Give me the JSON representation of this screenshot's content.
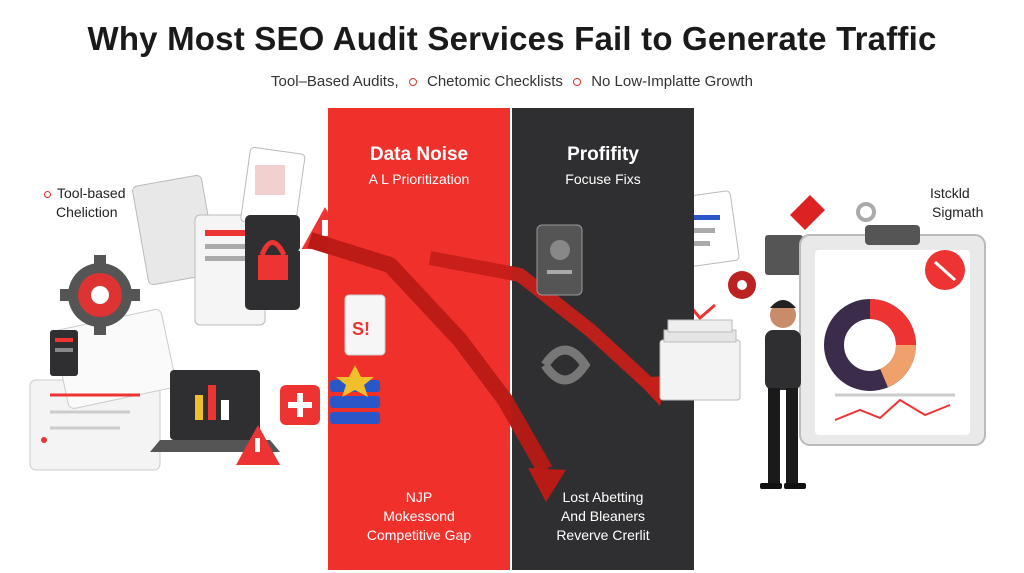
{
  "title": "Why Most SEO Audit Services Fail to Generate Traffic",
  "subtitle": {
    "item1": "Tool–Based Audits,",
    "item2": "Chetomic Checklists",
    "item3": "No Low-Implatte Growth"
  },
  "left_label": {
    "line1": "Tool-based",
    "line2": "Cheliction"
  },
  "right_label": {
    "line1": "Istckld",
    "line2": "Sigmath"
  },
  "red_panel": {
    "title": "Data Noise",
    "subtitle": "A L Prioritization",
    "footer": [
      "NJP",
      "Mokessond",
      "Competitive Gap"
    ]
  },
  "dark_panel": {
    "title": "Profifity",
    "subtitle": "Focuse Fixs",
    "footer": [
      "Lost Abetting",
      "And Bleaners",
      "Reverve Crerlit"
    ]
  },
  "colors": {
    "accent_red": "#f0302b",
    "dark": "#2f2f31"
  },
  "icons": [
    "gear-icon",
    "warning-icon",
    "document-icon",
    "chart-donut-icon",
    "server-stack-icon",
    "person-illustration",
    "clipboard-icon"
  ]
}
